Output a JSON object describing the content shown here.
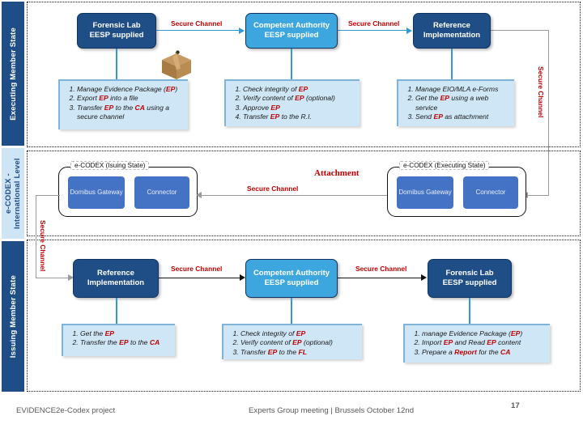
{
  "lanes": {
    "executing": "Executing Member State",
    "codex": "e-CODEX - International Level",
    "issuing": "Issuing Member State"
  },
  "nodes": {
    "fl_top": {
      "line1": "Forensic Lab",
      "line2": "EESP supplied"
    },
    "ca_top": {
      "line1": "Competent Authority",
      "line2": "EESP supplied"
    },
    "ri_top": {
      "line1": "Reference",
      "line2": "Implementation"
    },
    "ri_bot": {
      "line1": "Reference",
      "line2": "Implementation"
    },
    "ca_bot": {
      "line1": "Competent Authority",
      "line2": "EESP supplied"
    },
    "fl_bot": {
      "line1": "Forensic Lab",
      "line2": "EESP supplied"
    }
  },
  "notes": {
    "fl_top": [
      "Manage Evidence Package (EP)",
      "Export EP into a file",
      "Transfer EP to the CA using a secure channel"
    ],
    "ca_top": [
      "Check integrity of EP",
      "Verify content of EP (optional)",
      "Approve EP",
      "Transfer EP to the R.I."
    ],
    "ri_top": [
      "Manage EIO/MLA e-Forms",
      "Get the EP using a web service",
      "Send EP as attachment"
    ],
    "ri_bot": [
      "Get the EP",
      "Transfer the EP to the CA"
    ],
    "ca_bot": [
      "Check integrity of EP",
      "Verify content of EP (optional)",
      "Transfer EP to the FL"
    ],
    "fl_bot": [
      "manage Evidence Package (EP)",
      "Import EP and Read EP content",
      "Prepare a Report for the CA"
    ]
  },
  "codex": {
    "issuing_label": "e-CODEX (Isuing State)",
    "executing_label": "e-CODEX (Exeсuting State)",
    "gateway": "Domibus Gateway",
    "connector": "Connector"
  },
  "channels": {
    "top_left": "Secure Channel",
    "top_right": "Secure Channel",
    "right_vertical": "Secure Channel",
    "mid": "Secure Channel",
    "attachment": "Attachment",
    "left_vertical": "Secure Channel",
    "bot_left": "Secure Channel",
    "bot_right": "Secure Channel"
  },
  "icons": {
    "parcel": "parcel-icon"
  },
  "footer": {
    "left": "EVIDENCE2e-Codex project",
    "center": "Experts Group meeting | Brussels October 12nd",
    "page": "17"
  },
  "colors": {
    "dark_navy": "#1F4E87",
    "light_blue": "#3EA6DE",
    "note_blue": "#CFE6F7",
    "inner_blue": "#4472C4",
    "accent_red": "#C00000",
    "page_number": "#9E1B32"
  }
}
